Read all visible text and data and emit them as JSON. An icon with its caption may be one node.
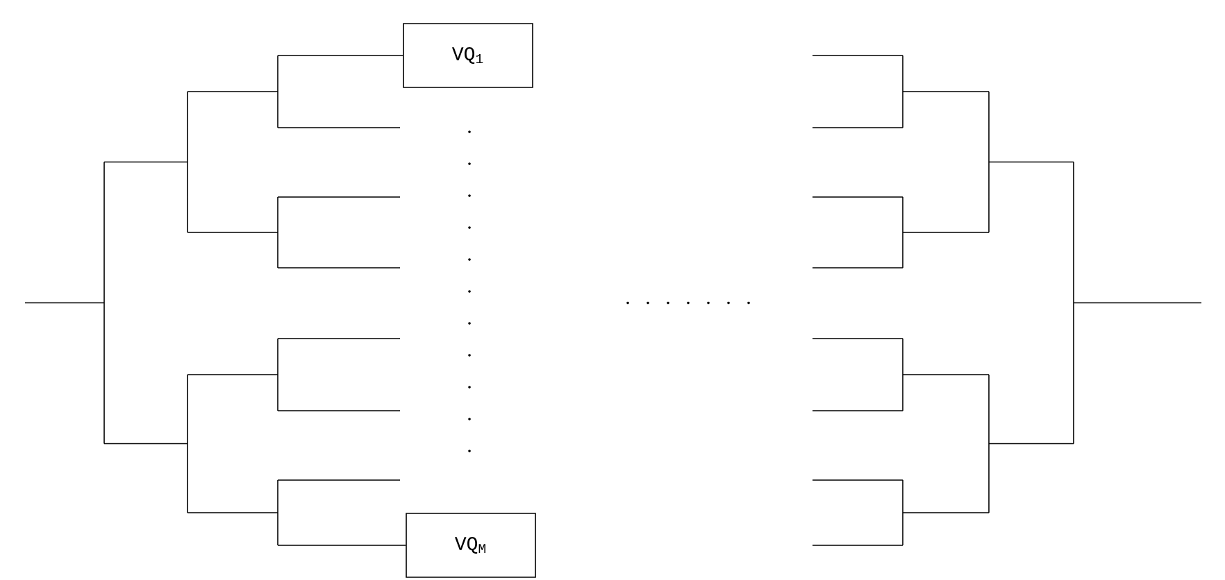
{
  "diagram": {
    "nodes": [
      {
        "text": [
          "VQ$_{1}$"
        ]
      },
      {
        "text": [
          "VQ$_{M}$"
        ]
      }
    ],
    "edges": [
      {
        "from": null,
        "to": 0,
        "arrow": "none"
      },
      {
        "from": null,
        "to": 1,
        "arrow": "none"
      }
    ]
  }
}
